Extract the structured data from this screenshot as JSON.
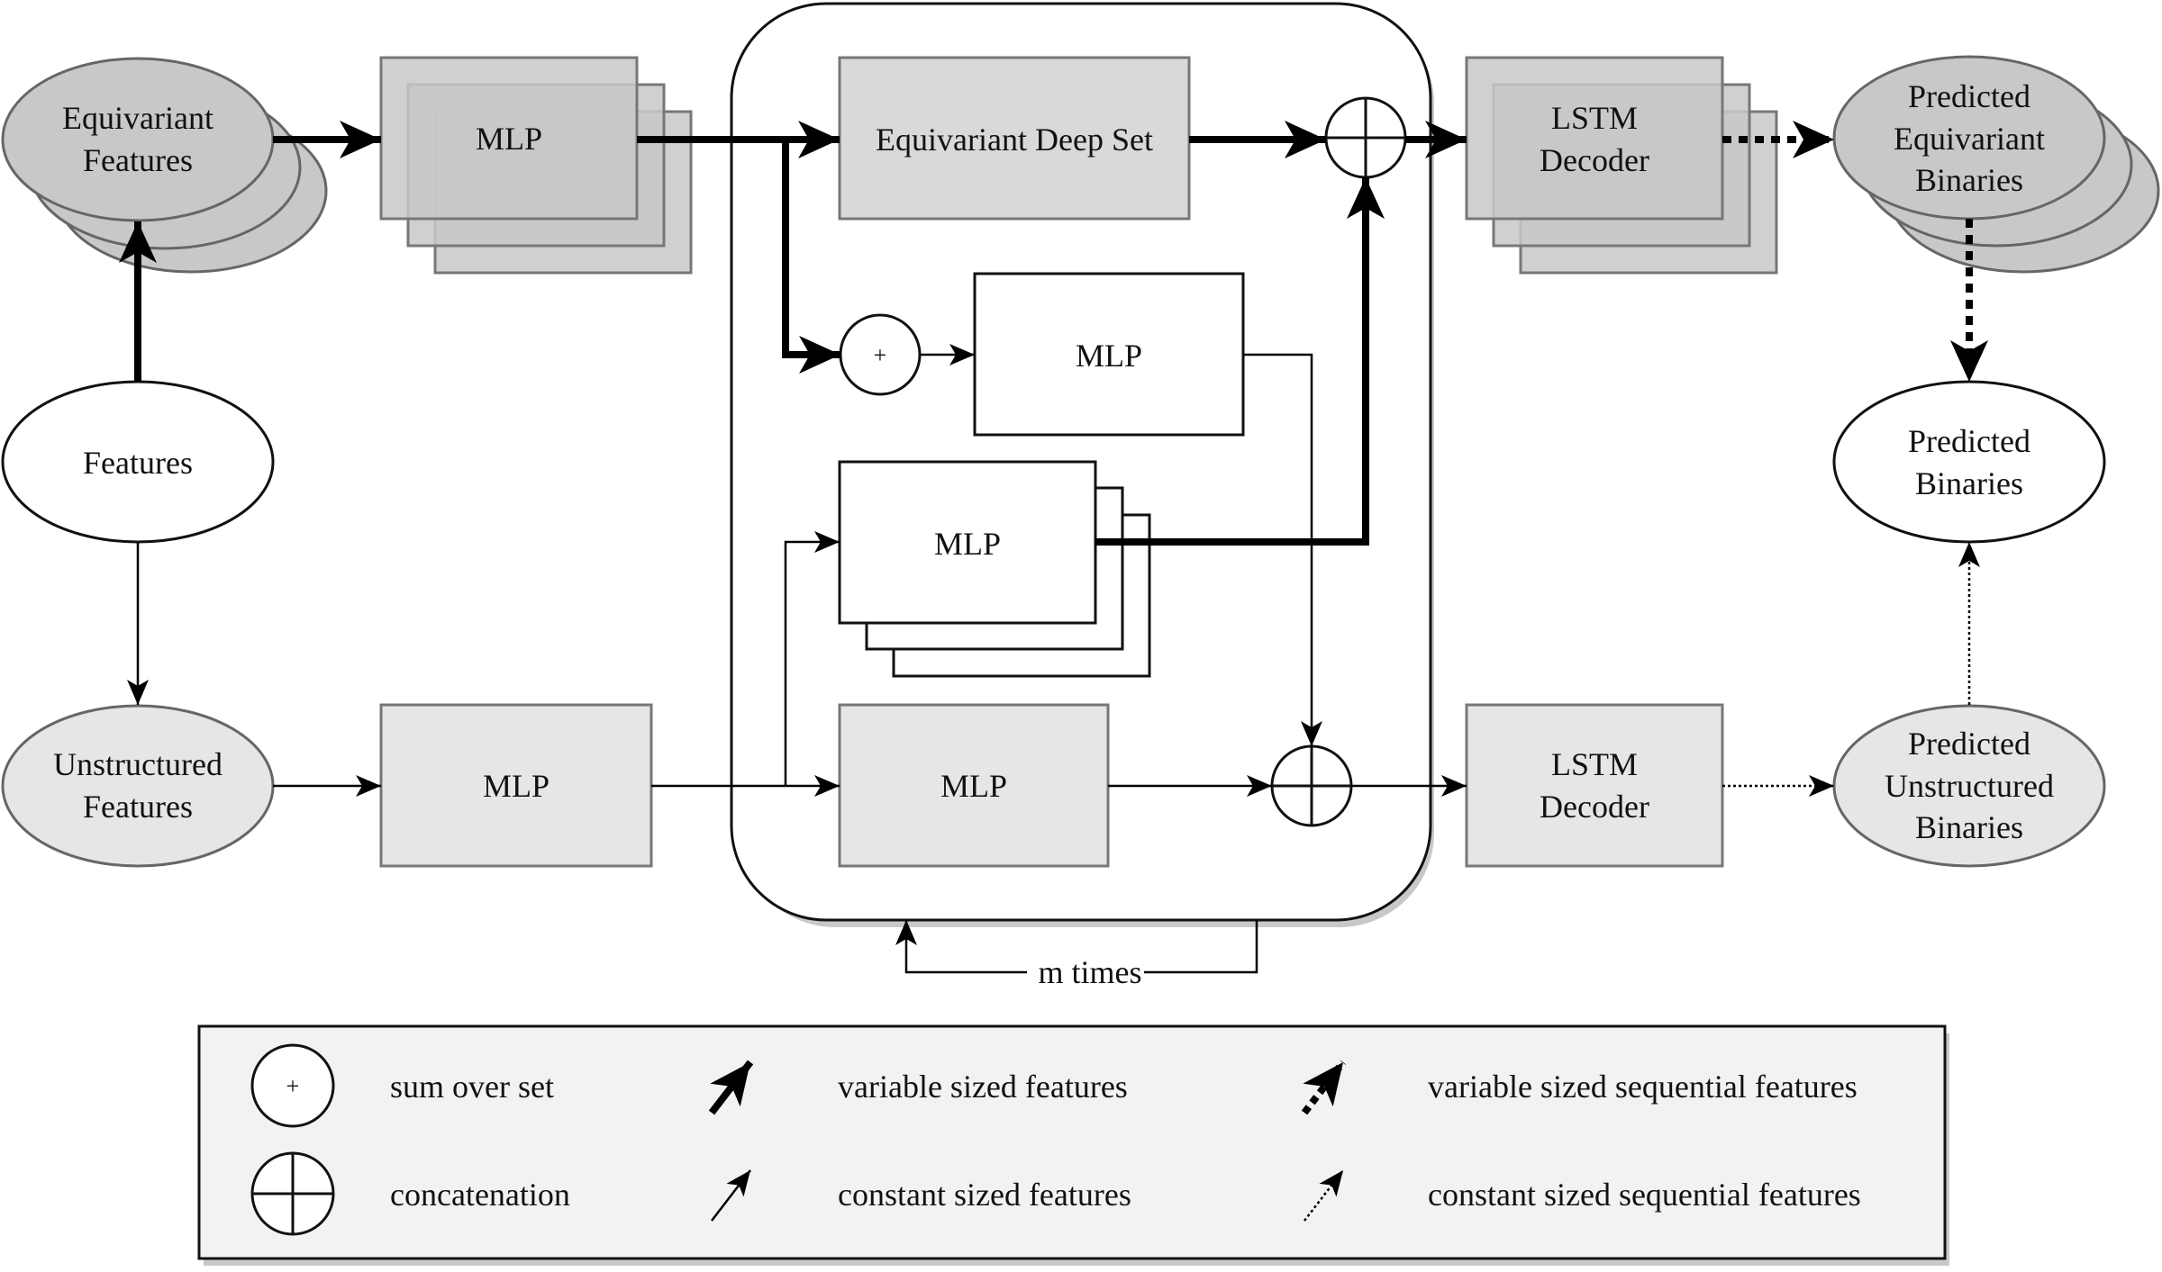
{
  "nodes": {
    "equivariant_features": [
      "Equivariant",
      "Features"
    ],
    "features": "Features",
    "unstructured_features": [
      "Unstructured",
      "Features"
    ],
    "mlp_equivariant": "MLP",
    "mlp_unstructured": "MLP",
    "equivariant_deep_set": "Equivariant Deep Set",
    "sum_symbol": "+",
    "mlp_sum": "MLP",
    "mlp_stack": "MLP",
    "mlp_inner": "MLP",
    "lstm_decoder_top": [
      "LSTM",
      "Decoder"
    ],
    "lstm_decoder_bottom": [
      "LSTM",
      "Decoder"
    ],
    "predicted_equivariant_binaries": [
      "Predicted",
      "Equivariant",
      "Binaries"
    ],
    "predicted_binaries": [
      "Predicted",
      "Binaries"
    ],
    "predicted_unstructured_binaries": [
      "Predicted",
      "Unstructured",
      "Binaries"
    ],
    "loop_label": "m times"
  },
  "legend": {
    "sum_symbol": "+",
    "sum_label": "sum over set",
    "concat_label": "concatenation",
    "variable_label": "variable sized features",
    "constant_label": "constant sized features",
    "variable_seq_label": "variable sized sequential features",
    "constant_seq_label": "constant sized sequential features"
  }
}
